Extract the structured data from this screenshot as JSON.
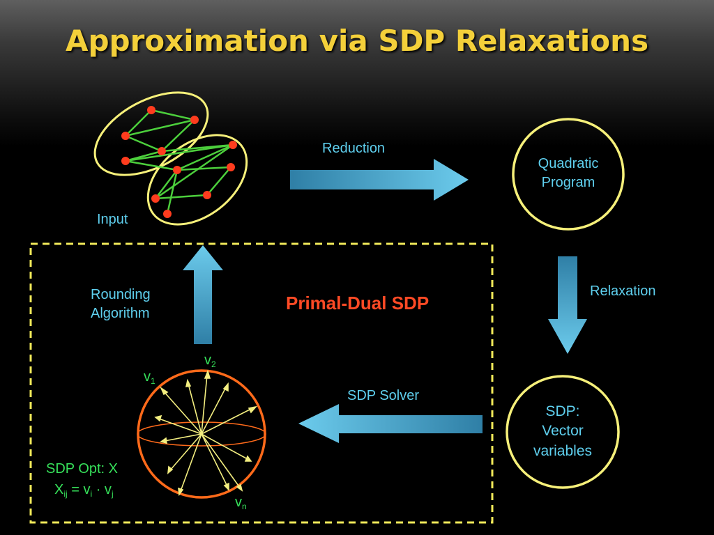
{
  "title": "Approximation via SDP Relaxations",
  "labels": {
    "input": "Input",
    "reduction": "Reduction",
    "quadratic_line1": "Quadratic",
    "quadratic_line2": "Program",
    "relaxation": "Relaxation",
    "sdp_line1": "SDP:",
    "sdp_line2": "Vector",
    "sdp_line3": "variables",
    "sdp_solver": "SDP Solver",
    "rounding_line1": "Rounding",
    "rounding_line2": "Algorithm",
    "primal_dual": "Primal-Dual SDP",
    "sdp_opt": "SDP Opt: X",
    "xij_base": "X",
    "xij_sub": "ij",
    "xij_mid": " = v",
    "xij_i": "i",
    "xij_dot": " · v",
    "xij_j": "j",
    "v_base": "v",
    "v1_sub": "1",
    "v2_sub": "2",
    "vn_sub": "n"
  },
  "colors": {
    "title": "#f4d03a",
    "label": "#5fd0ef",
    "green_label": "#36e05a",
    "circle_outline": "#f6f07a",
    "node": "#ff3c1e",
    "edge": "#4ccf3c",
    "arrow": "#4fb4d8",
    "sphere": "#ff6a1a",
    "dashed_box": "#f2ea5a",
    "primal_dual": "#ff4a25"
  }
}
